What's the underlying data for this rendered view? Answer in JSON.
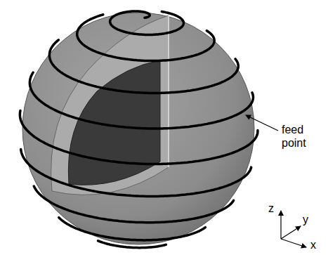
{
  "diagram": {
    "labels": [
      "feed point",
      "z",
      "y",
      "x"
    ]
  }
}
